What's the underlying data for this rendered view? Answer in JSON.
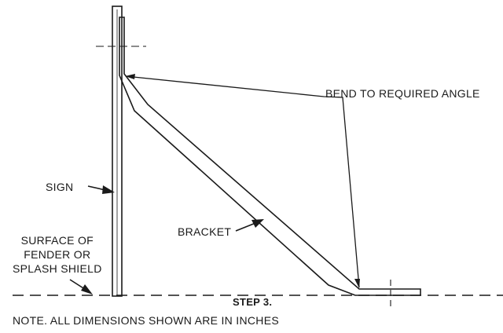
{
  "labels": {
    "bend": "BEND TO REQUIRED ANGLE",
    "sign": "SIGN",
    "bracket": "BRACKET",
    "surface_line1": "SURFACE OF",
    "surface_line2": "FENDER OR",
    "surface_line3": "SPLASH SHIELD",
    "step": "STEP 3.",
    "note": "NOTE.  ALL DIMENSIONS SHOWN ARE IN INCHES"
  },
  "colors": {
    "line": "#1a1a1a",
    "background": "#ffffff"
  }
}
